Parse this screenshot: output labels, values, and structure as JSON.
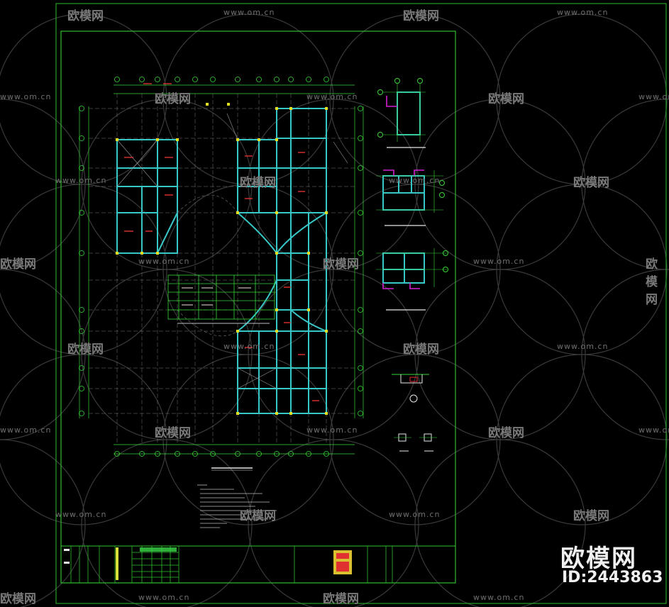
{
  "watermark": {
    "url_text": "www.om.cn",
    "brand_text": "欧模网",
    "id_text": "ID:2443863"
  },
  "drawing": {
    "colors": {
      "background": "#000000",
      "frame": "#2fbf2f",
      "grid": "#39d639",
      "beam": "#38c7c7",
      "wall": "#e8e8e8",
      "accent_red": "#e03030",
      "accent_magenta": "#d020d0",
      "node_yellow": "#e0e020"
    }
  }
}
